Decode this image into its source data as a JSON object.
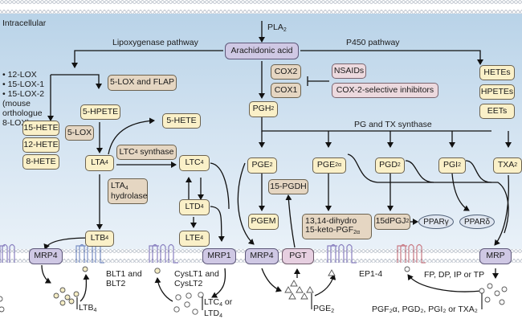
{
  "regions": {
    "intracellular": "Intracellular"
  },
  "pathways": {
    "lipoxygenase": "Lipoxygenase pathway",
    "p450": "P450 pathway",
    "pg_tx_synthase": "PG and TX synthase"
  },
  "top": {
    "pla2": "PLA",
    "pla2_sub": "2",
    "arachidonic_acid": "Arachidonic acid"
  },
  "cox": {
    "cox2": "COX2",
    "cox1": "COX1",
    "nsaids": "NSAIDs",
    "cox2_inhibitors": "COX-2-selective inhibitors"
  },
  "p450_products": [
    "HETEs",
    "HPETEs",
    "EETs"
  ],
  "lox_list": {
    "items": [
      "• 12-LOX",
      "• 15-LOX-1",
      "• 15-LOX-2"
    ],
    "note": "(mouse orthologue 8-LOX)"
  },
  "lox_products": [
    "15-HETE",
    "12-HETE",
    "8-HETE"
  ],
  "leukotrienes": {
    "five_lox_flap": "5-LOX and FLAP",
    "five_hpete": "5-HPETE",
    "five_lox": "5-LOX",
    "five_hete": "5-HETE",
    "lta4": "LTA",
    "ltc4_synthase": "LTC",
    "ltc4_synthase_suffix": " synthase",
    "lta4_hydrolase_l1": "LTA",
    "lta4_hydrolase_l2": "hydrolase",
    "ltc4": "LTC",
    "ltd4": "LTD",
    "lte4": "LTE",
    "ltb4": "LTB",
    "sub4": "4"
  },
  "prostanoids": {
    "pgh2": "PGH",
    "pge2": "PGE",
    "pge2a": "PGE",
    "pgd2": "PGD",
    "pgi2": "PGI",
    "txa2": "TXA",
    "sub2": "2",
    "sub2a": "2α",
    "fifteen_pgdh": "15-PGDH",
    "pgem": "PGEM",
    "keto_l1": "13,14-dihydro",
    "keto_l2": "15-keto-PGF",
    "fifteen_dpgj2": "15dPGJ",
    "ppar_gamma": "PPARγ",
    "ppar_delta": "PPARδ"
  },
  "transporters": {
    "mrp4_left": "MRP4",
    "mrp1": "MRP1",
    "mrp4_mid": "MRP4",
    "pgt": "PGT",
    "mrp": "MRP"
  },
  "receptors": {
    "blt": "BLT1 and BLT2",
    "cyslt": "CysLT1 and CysLT2",
    "ep": "EP1-4",
    "fp_dp_ip_tp": "FP, DP, IP or TP"
  },
  "extracellular_ligands": {
    "ltb4": "LTB",
    "ltc4_or": "LTC",
    "ltc4_or_suffix": " or",
    "ltd4": "LTD",
    "pge2": "PGE",
    "prostanoids": "PGF₂α, PGD₂, PGI₂ or TXA₂"
  },
  "colors": {
    "cytoplasm_top": "#b9d3e8",
    "cytoplasm_bottom": "#e7f0f8",
    "metabolite": "#faf0c8",
    "enzyme": "#e5d6c2",
    "inhibitor": "#ecd9de",
    "transporter": "#cfc8e4",
    "receptor_blue": "#7a8fc4",
    "receptor_purple": "#8a80c0",
    "receptor_red": "#c87a84"
  }
}
